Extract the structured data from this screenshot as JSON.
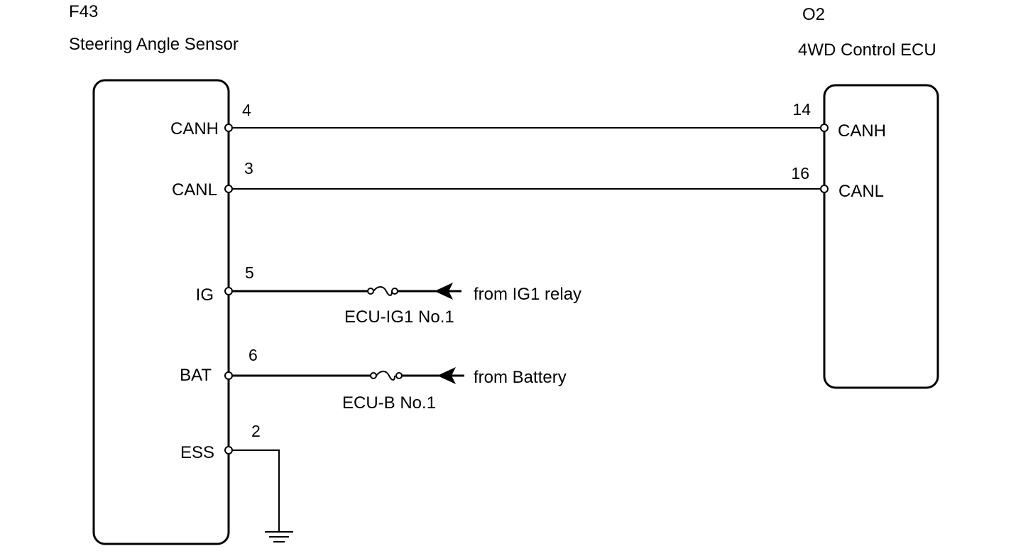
{
  "left_component": {
    "code": "F43",
    "name": "Steering Angle Sensor",
    "pins": [
      {
        "label": "CANH",
        "number": "4"
      },
      {
        "label": "CANL",
        "number": "3"
      },
      {
        "label": "IG",
        "number": "5"
      },
      {
        "label": "BAT",
        "number": "6"
      },
      {
        "label": "ESS",
        "number": "2"
      }
    ]
  },
  "right_component": {
    "code": "O2",
    "name": "4WD Control ECU",
    "pins": [
      {
        "label": "CANH",
        "number": "14"
      },
      {
        "label": "CANL",
        "number": "16"
      }
    ]
  },
  "fuses": [
    {
      "name": "ECU-IG1 No.1",
      "source": "from IG1 relay"
    },
    {
      "name": "ECU-B No.1",
      "source": "from Battery"
    }
  ],
  "ground_icon": "ground-symbol",
  "arrow_icon": "arrow-left"
}
